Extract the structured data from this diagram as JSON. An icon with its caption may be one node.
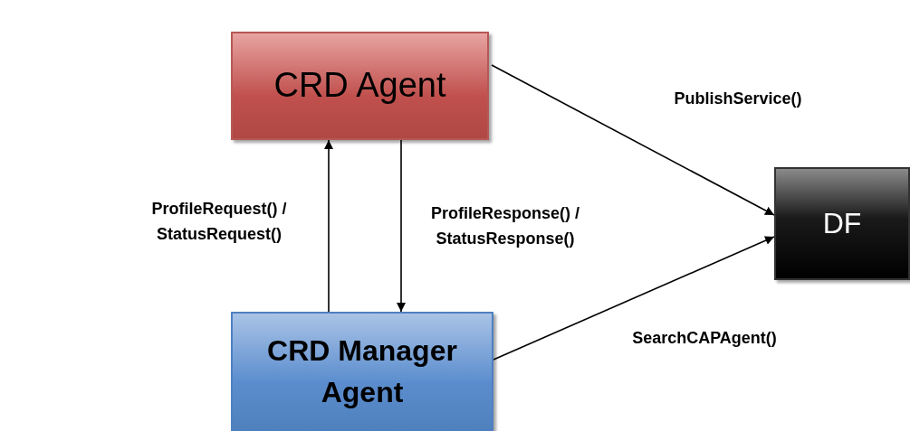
{
  "diagram": {
    "nodes": [
      {
        "text": [
          "CRD Agent"
        ]
      },
      {
        "text": [
          "CRD Manager Agent"
        ]
      },
      {
        "text": [
          "DF"
        ]
      }
    ],
    "edges": [
      {
        "from": 1,
        "to": 0,
        "arrow": "to",
        "label": "ProfileRequest() / StatusRequest()"
      },
      {
        "from": 0,
        "to": 1,
        "arrow": "to",
        "label": "ProfileResponse() / StatusResponse()"
      },
      {
        "from": 0,
        "to": 2,
        "arrow": "to",
        "label": "PublishService()"
      },
      {
        "from": 1,
        "to": 2,
        "arrow": "to",
        "label": "SearchCAPAgent()"
      }
    ]
  }
}
